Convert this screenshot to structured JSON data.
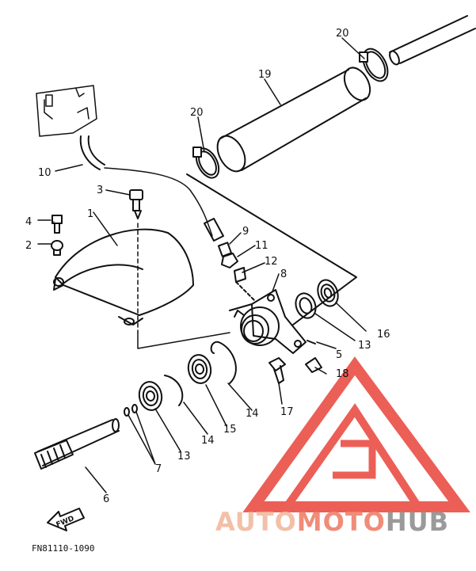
{
  "diagram": {
    "callouts": {
      "p1": "1",
      "p2": "2",
      "p3": "3",
      "p4": "4",
      "p5": "5",
      "p6": "6",
      "p7": "7",
      "p8": "8",
      "p9": "9",
      "p10": "10",
      "p11": "11",
      "p12": "12",
      "p13a": "13",
      "p13b": "13",
      "p14a": "14",
      "p14b": "14",
      "p15": "15",
      "p16": "16",
      "p17": "17",
      "p18": "18",
      "p19": "19",
      "p20a": "20",
      "p20b": "20"
    },
    "fwd_label": "FWD",
    "figure_code": "FN81110-1090"
  },
  "watermark": {
    "text_a": "AUTO",
    "text_b": "MOTO",
    "text_c": "HUB",
    "colors": {
      "auto": "#f2c0a8",
      "moto": "#f08c78",
      "hub": "#9a9a9a",
      "triangle": "#e8443a"
    }
  }
}
